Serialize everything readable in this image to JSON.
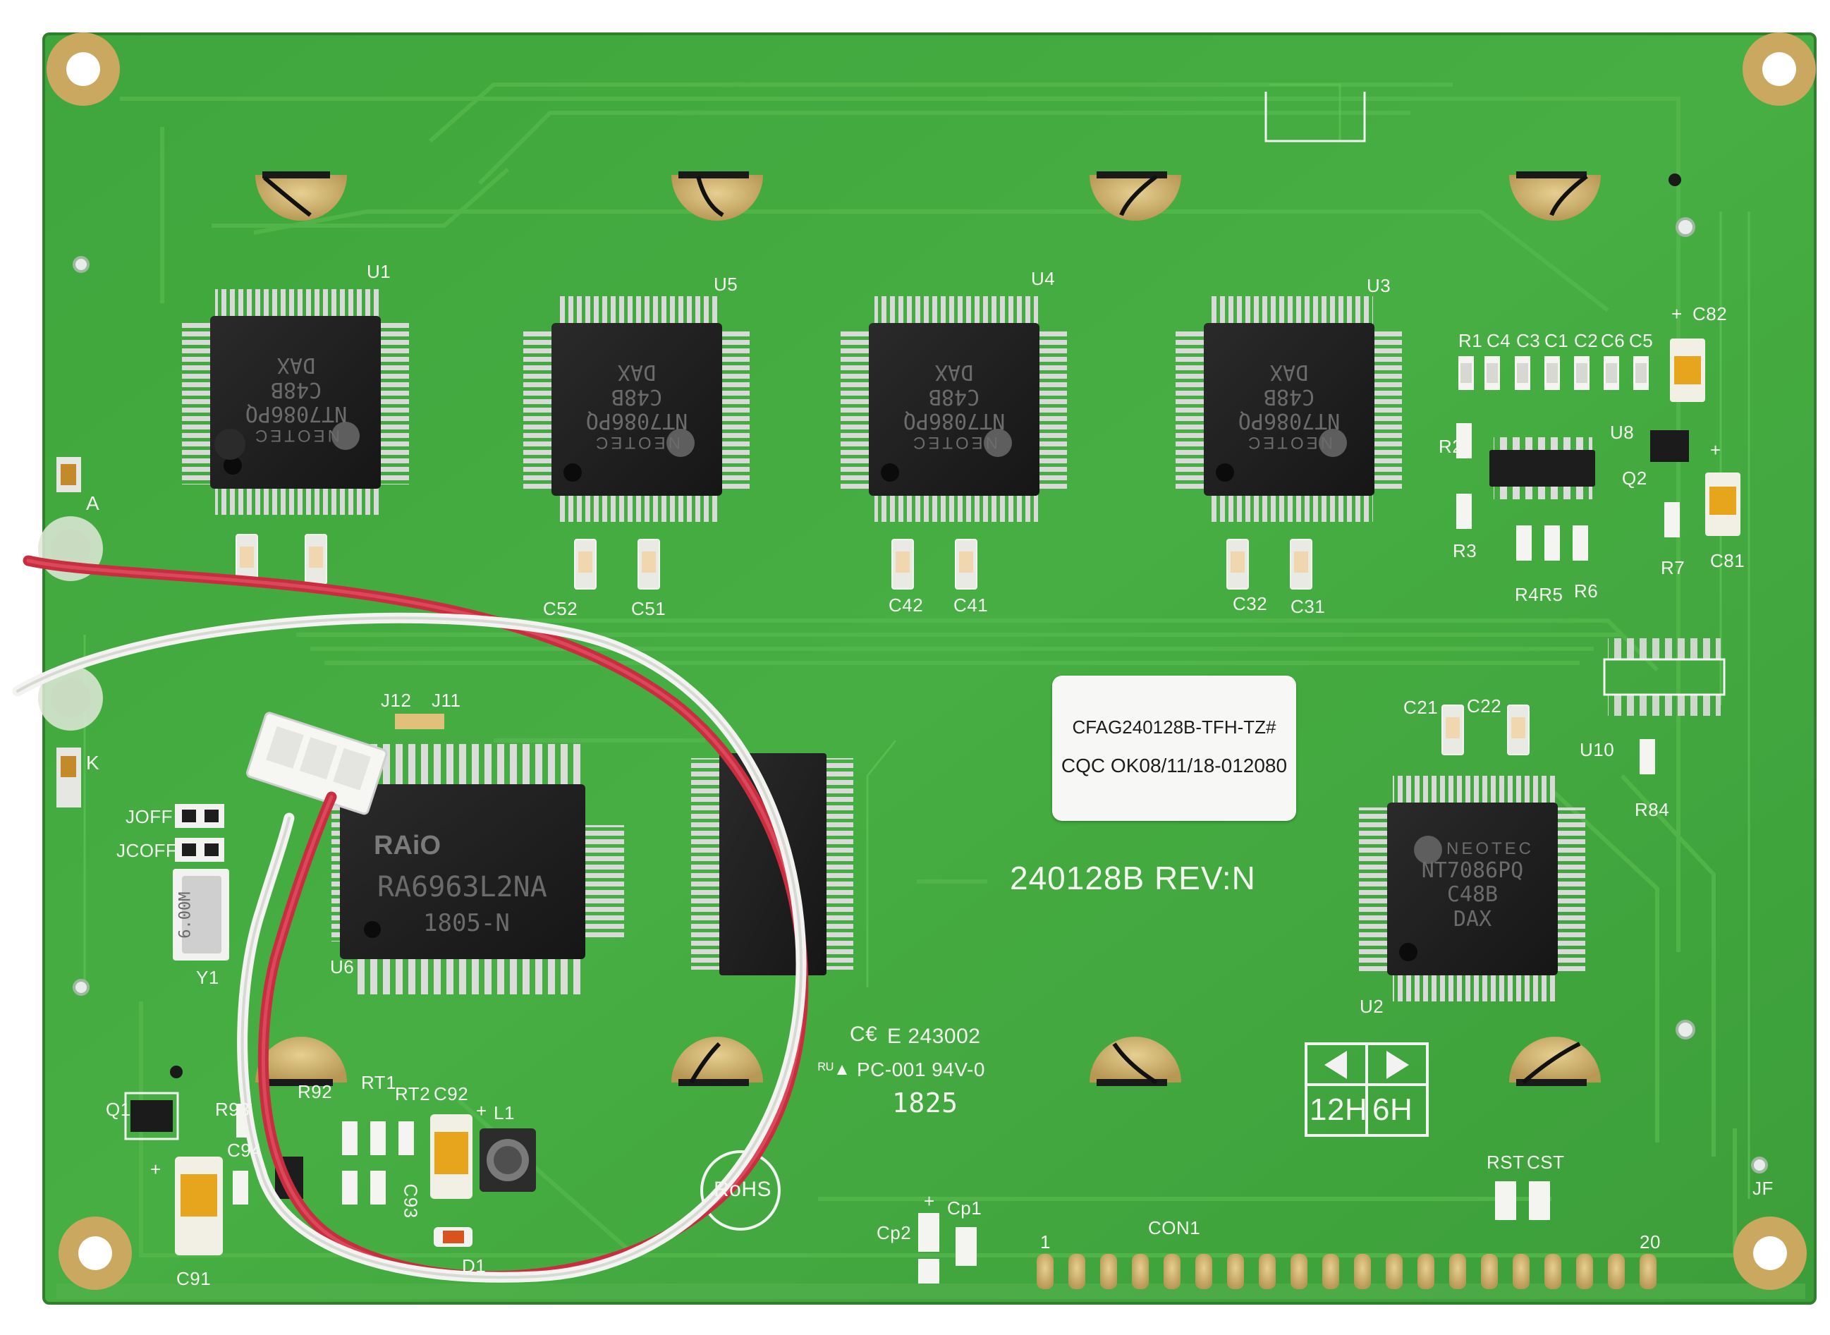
{
  "board": {
    "part_number_silk": "240128B REV:N",
    "sticker": {
      "line1": "CFAG240128B-TFH-TZ#",
      "line2": "CQC OK08/11/18-012080"
    },
    "cert": {
      "ce_mark": "E 243002",
      "pc_line": "PC-001 94V-0",
      "date_code": "1825",
      "rohs": "RoHS"
    },
    "orientation": {
      "h12": "12H",
      "h6": "6H"
    },
    "connector": {
      "name": "CON1",
      "pin_first": "1",
      "pin_last": "20"
    },
    "backlight": {
      "anode": "A",
      "cathode": "K"
    }
  },
  "chips": {
    "u1": {
      "ref": "U1",
      "l1": "NT7086PQ",
      "l2": "C48B",
      "l3": "DAX",
      "brand": "NEOTEC"
    },
    "u5": {
      "ref": "U5",
      "l1": "NT7086PQ",
      "l2": "C48B",
      "l3": "DAX",
      "brand": "NEOTEC"
    },
    "u4": {
      "ref": "U4",
      "l1": "NT7086PQ",
      "l2": "C48B",
      "l3": "DAX",
      "brand": "NEOTEC"
    },
    "u3": {
      "ref": "U3",
      "l1": "NT7086PQ",
      "l2": "C48B",
      "l3": "DAX",
      "brand": "NEOTEC"
    },
    "u2": {
      "ref": "U2",
      "l1": "NT7086PQ",
      "l2": "C48B",
      "l3": "DAX",
      "brand": "NEOTEC"
    },
    "u6": {
      "ref": "U6",
      "l1": "RA6963L2NA",
      "l2": "1805-N",
      "brand": "RAiO"
    },
    "u10": {
      "ref": "U10"
    },
    "u8": {
      "ref": "U8"
    },
    "y1": {
      "ref": "Y1",
      "value": "6.00M"
    }
  },
  "silkscreen": {
    "r1": "R1",
    "c4": "C4",
    "c3": "C3",
    "c1": "C1",
    "c2": "C2",
    "c6": "C6",
    "c5": "C5",
    "c82": "C82",
    "r2": "R2",
    "r3": "R3",
    "q2": "Q2",
    "r7": "R7",
    "c81": "C81",
    "r4r5": "R4R5",
    "r6": "R6",
    "c52": "C52",
    "c51": "C51",
    "c42": "C42",
    "c41": "C41",
    "c32": "C32",
    "c31": "C31",
    "c21": "C21",
    "c22": "C22",
    "r84": "R84",
    "j12": "J12",
    "j11": "J11",
    "joff": "JOFF",
    "jcoff": "JCOFF",
    "q1": "Q1",
    "r93": "R93",
    "r92": "R92",
    "rt1": "RT1",
    "rt2": "RT2",
    "c92": "C92",
    "l1": "L1",
    "c94": "C94",
    "c93": "C93",
    "c91": "C91",
    "d1": "D1",
    "rst": "RST",
    "cst": "CST",
    "jf": "JF",
    "cp2": "Cp2",
    "cp1": "Cp1",
    "plus1": "+",
    "plus2": "+",
    "plus3": "+",
    "plus4": "+",
    "plus5": "+"
  }
}
